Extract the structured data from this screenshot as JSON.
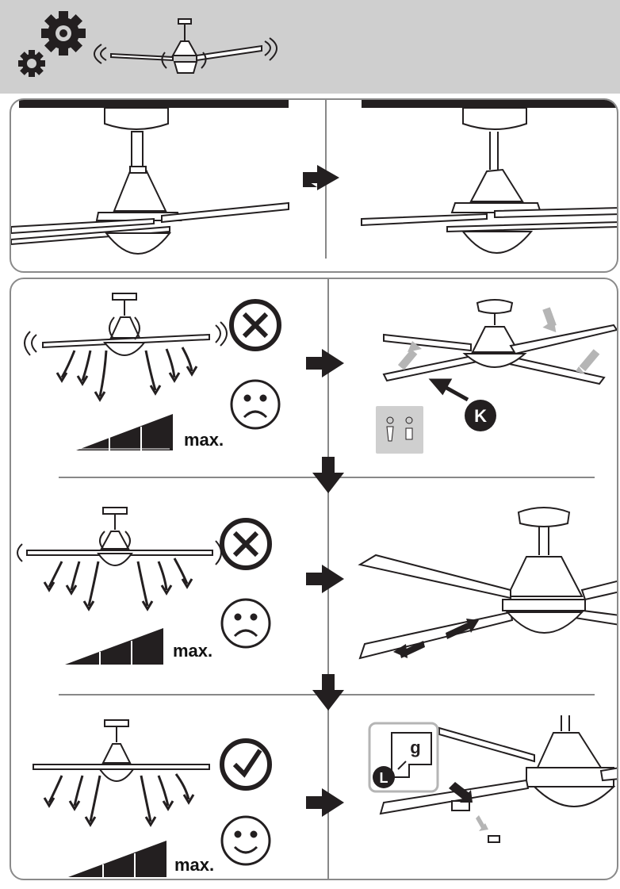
{
  "steps": {
    "row1_max_label": "max.",
    "row2_max_label": "max.",
    "row3_max_label": "max."
  },
  "callouts": {
    "k_label": "K",
    "l_label": "L",
    "g_label": "g"
  },
  "icons": {
    "header": "gear-icon",
    "wrong": "cross-circle-icon",
    "right": "check-circle-icon",
    "sad": "sad-face-icon",
    "happy": "happy-face-icon",
    "arrow": "arrow-right-icon"
  },
  "colors": {
    "header_bg": "#cfcfcf",
    "dark": "#231f20",
    "accent_gray": "#b5b5b5"
  }
}
